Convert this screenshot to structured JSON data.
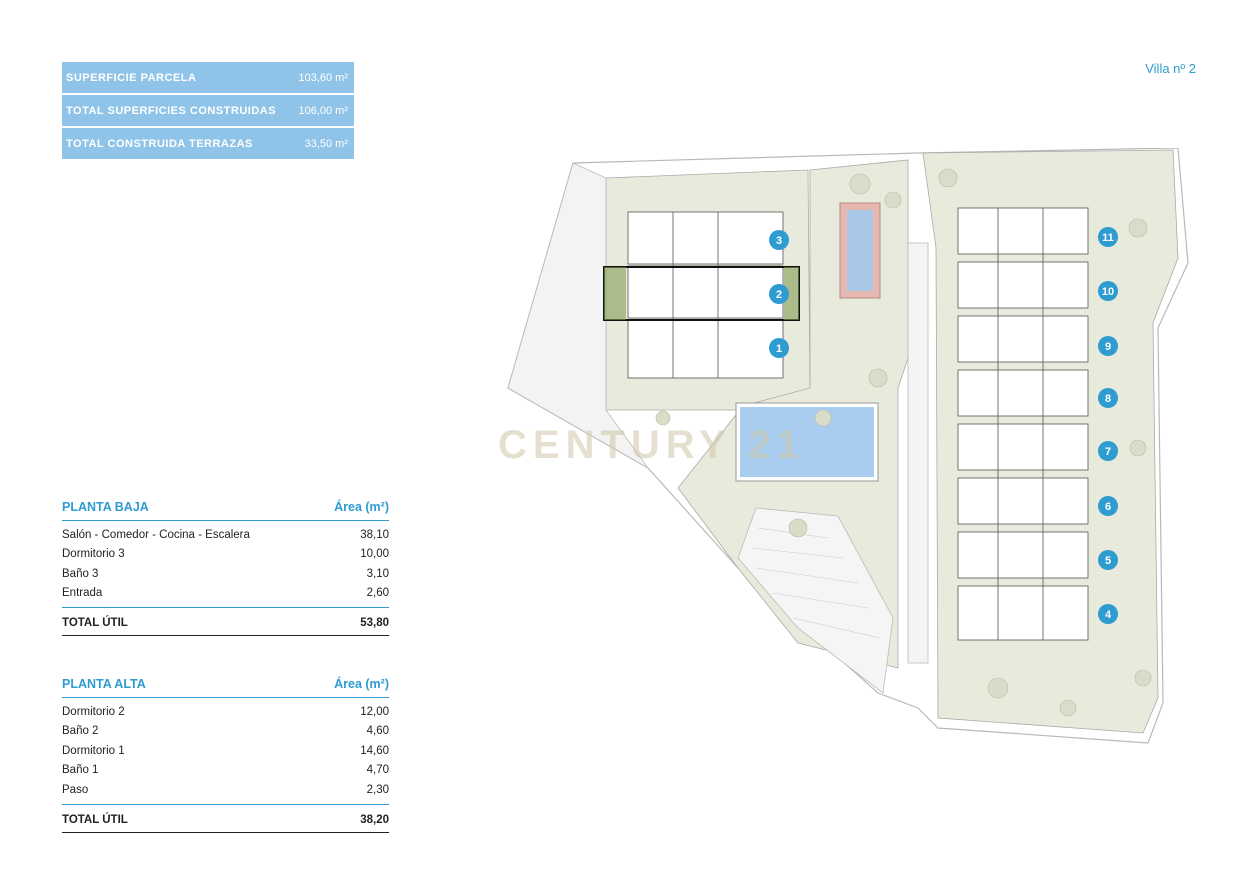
{
  "summary": [
    {
      "label": "SUPERFICIE PARCELA",
      "value": "103,60 m²"
    },
    {
      "label": "TOTAL SUPERFICIES CONSTRUIDAS",
      "value": "106,00 m²"
    },
    {
      "label": "TOTAL CONSTRUIDA TERRAZAS",
      "value": "33,50 m²"
    }
  ],
  "villa_label": "Villa nº 2",
  "planta_baja": {
    "title": "PLANTA BAJA",
    "area_header": "Área (m²)",
    "rows": [
      {
        "name": "Salón - Comedor - Cocina - Escalera",
        "value": "38,10"
      },
      {
        "name": "Dormitorio 3",
        "value": "10,00"
      },
      {
        "name": "Baño 3",
        "value": "3,10"
      },
      {
        "name": "Entrada",
        "value": "2,60"
      }
    ],
    "total_label": "TOTAL ÚTIL",
    "total_value": "53,80"
  },
  "planta_alta": {
    "title": "PLANTA ALTA",
    "area_header": "Área (m²)",
    "rows": [
      {
        "name": "Dormitorio 2",
        "value": "12,00"
      },
      {
        "name": "Baño 2",
        "value": "4,60"
      },
      {
        "name": "Dormitorio 1",
        "value": "14,60"
      },
      {
        "name": "Baño 1",
        "value": "4,70"
      },
      {
        "name": "Paso",
        "value": "2,30"
      }
    ],
    "total_label": "TOTAL ÚTIL",
    "total_value": "38,20"
  },
  "plan": {
    "markers": [
      "1",
      "2",
      "3",
      "4",
      "5",
      "6",
      "7",
      "8",
      "9",
      "10",
      "11"
    ],
    "watermark": "CENTURY 21",
    "marker_color": "#2e9bd1"
  }
}
